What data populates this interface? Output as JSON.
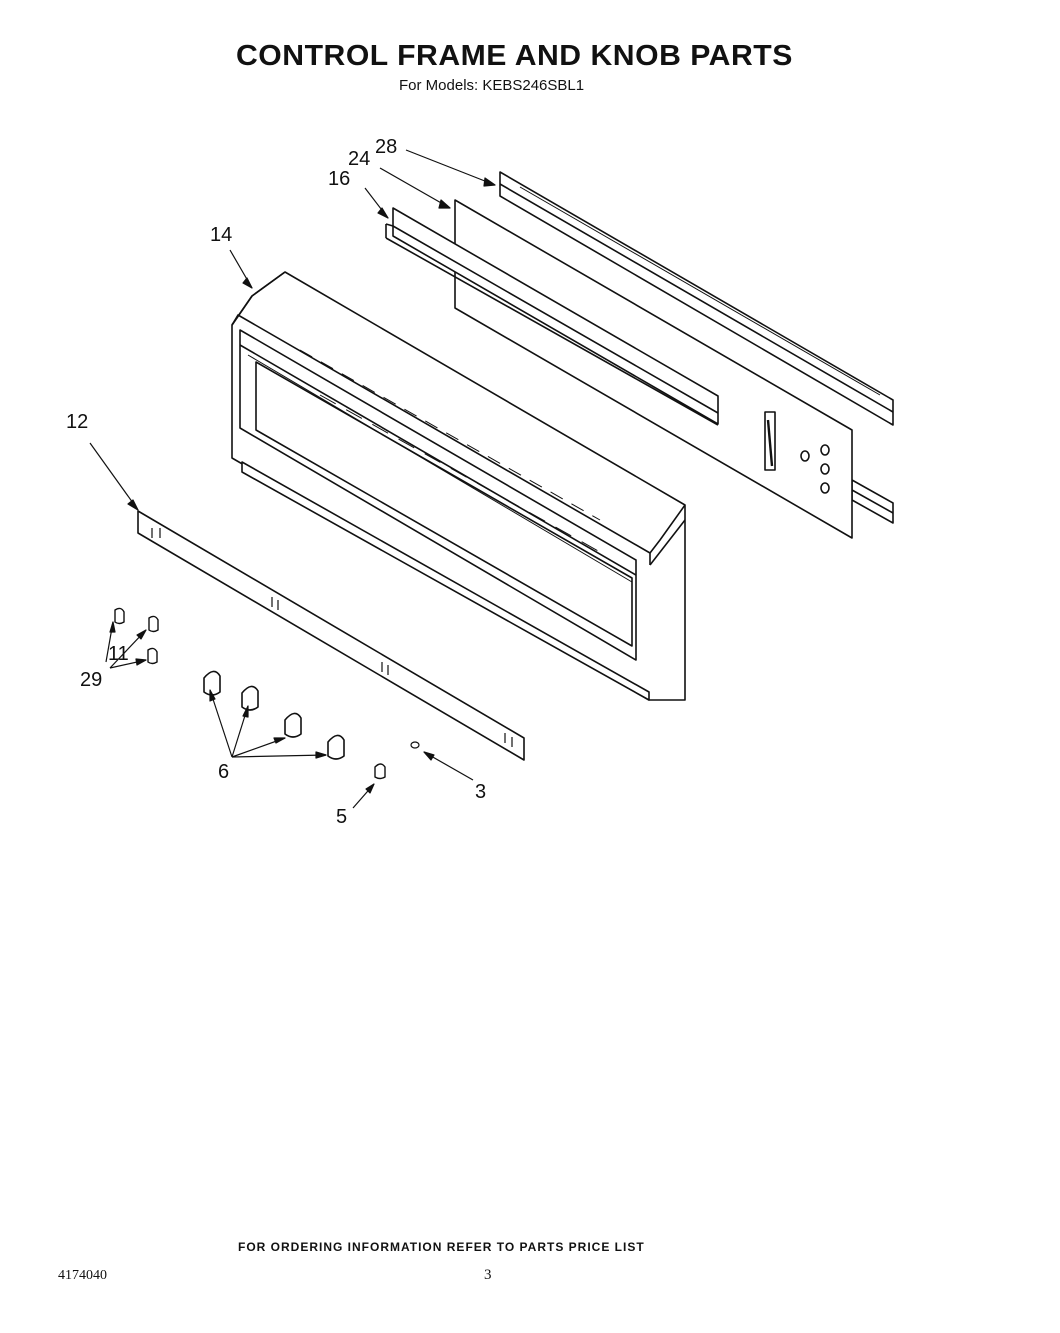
{
  "header": {
    "title": "CONTROL FRAME AND KNOB PARTS",
    "subtitle": "For Models: KEBS246SBL1"
  },
  "callouts": {
    "c28": "28",
    "c24": "24",
    "c16": "16",
    "c14": "14",
    "c12": "12",
    "c11": "11",
    "c29": "29",
    "c6": "6",
    "c5": "5",
    "c3": "3"
  },
  "footer": {
    "ordering_note": "FOR ORDERING INFORMATION REFER TO PARTS PRICE LIST",
    "doc_number": "4174040",
    "page_number": "3"
  }
}
